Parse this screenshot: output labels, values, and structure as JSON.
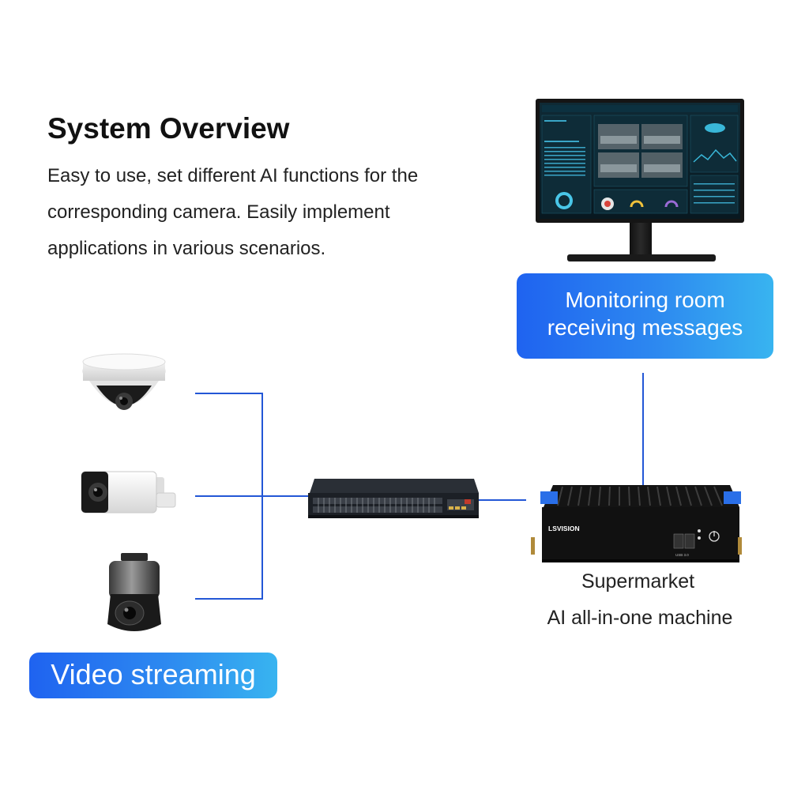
{
  "heading": {
    "title": "System Overview",
    "description_lines": [
      "Easy to use, set different AI functions for the",
      "corresponding camera. Easily implement",
      "applications in various scenarios."
    ]
  },
  "monitor": {
    "label_lines": [
      "Monitoring room",
      "receiving messages"
    ]
  },
  "machine": {
    "brand": "LSVISION",
    "port_label": "USB 3.0",
    "caption_lines": [
      "Supermarket",
      "AI all-in-one machine"
    ]
  },
  "cameras": {
    "label": "Video streaming",
    "items": [
      "dome-camera",
      "bullet-camera",
      "ptz-camera"
    ]
  },
  "colors": {
    "accent": "#1f63f0",
    "accent_light": "#38b4f0",
    "connector": "#2357d6"
  }
}
